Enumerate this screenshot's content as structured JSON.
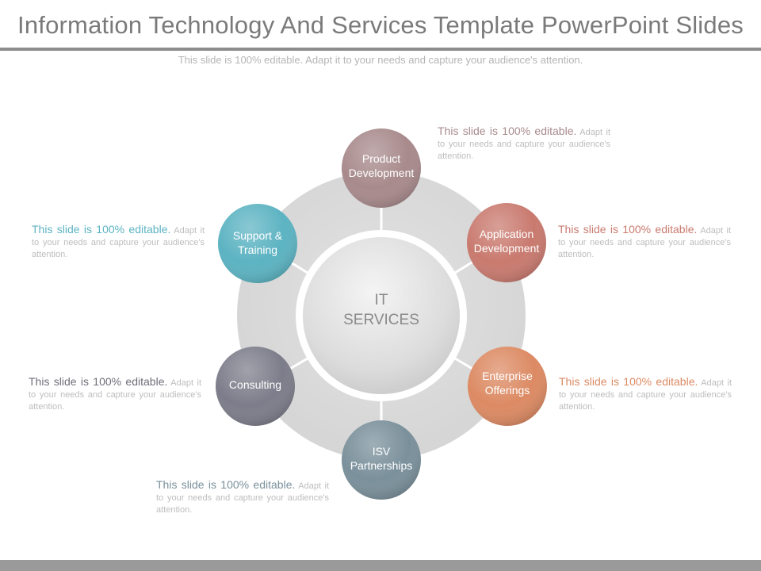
{
  "title": "Information Technology And Services Template PowerPoint Slides",
  "subtitle": "This slide is 100% editable. Adapt it to your needs and capture your audience's attention.",
  "center": {
    "label_line1": "IT",
    "label_line2": "SERVICES"
  },
  "nodes": [
    {
      "key": "product",
      "line1": "Product",
      "line2": "Development",
      "color": "#a88a8c"
    },
    {
      "key": "application",
      "line1": "Application",
      "line2": "Development",
      "color": "#c97a6f"
    },
    {
      "key": "enterprise",
      "line1": "Enterprise",
      "line2": "Offerings",
      "color": "#dc8a63"
    },
    {
      "key": "isv",
      "line1": "ISV",
      "line2": "Partnerships",
      "color": "#7a909b"
    },
    {
      "key": "consulting",
      "line1": "Consulting",
      "line2": "",
      "color": "#7c7d8a"
    },
    {
      "key": "support",
      "line1": "Support &",
      "line2": "Training",
      "color": "#5cb3c2"
    }
  ],
  "notes": {
    "lead": "This slide is 100% editable.",
    "body": "Adapt it to your needs and capture your audience's attention.",
    "colors": {
      "product": "#a88a8c",
      "application": "#c97a6f",
      "enterprise": "#dc8a63",
      "isv": "#7a909b",
      "consulting": "#6e6e7a",
      "support": "#5cb3c2"
    }
  }
}
